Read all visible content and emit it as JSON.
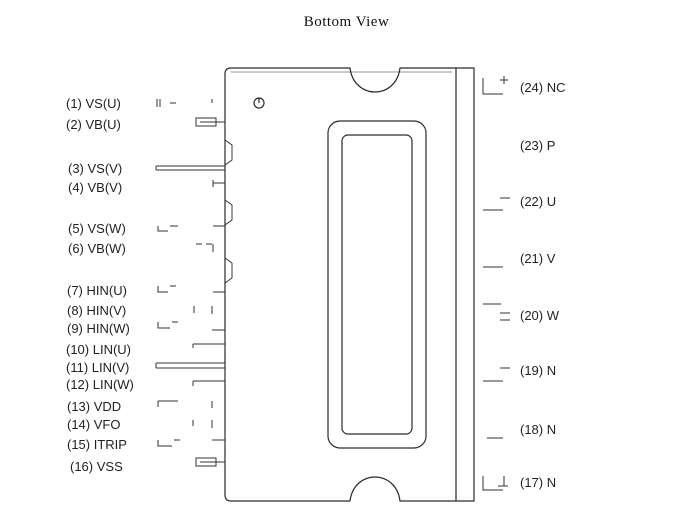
{
  "title": "Bottom View",
  "pins_left": [
    {
      "label": "(1) VS(U)"
    },
    {
      "label": "(2) VB(U)"
    },
    {
      "label": "(3) VS(V)"
    },
    {
      "label": "(4) VB(V)"
    },
    {
      "label": "(5) VS(W)"
    },
    {
      "label": "(6) VB(W)"
    },
    {
      "label": "(7) HIN(U)"
    },
    {
      "label": "(8) HIN(V)"
    },
    {
      "label": "(9) HIN(W)"
    },
    {
      "label": "(10) LIN(U)"
    },
    {
      "label": "(11) LIN(V)"
    },
    {
      "label": "(12) LIN(W)"
    },
    {
      "label": "(13) VDD"
    },
    {
      "label": "(14) VFO"
    },
    {
      "label": "(15) ITRIP"
    },
    {
      "label": "(16) VSS"
    }
  ],
  "pins_right": [
    {
      "label": "(24) NC"
    },
    {
      "label": "(23) P"
    },
    {
      "label": "(22) U"
    },
    {
      "label": "(21) V"
    },
    {
      "label": "(20) W"
    },
    {
      "label": "(19) N"
    },
    {
      "label": "(18) N"
    },
    {
      "label": "(17) N"
    }
  ]
}
